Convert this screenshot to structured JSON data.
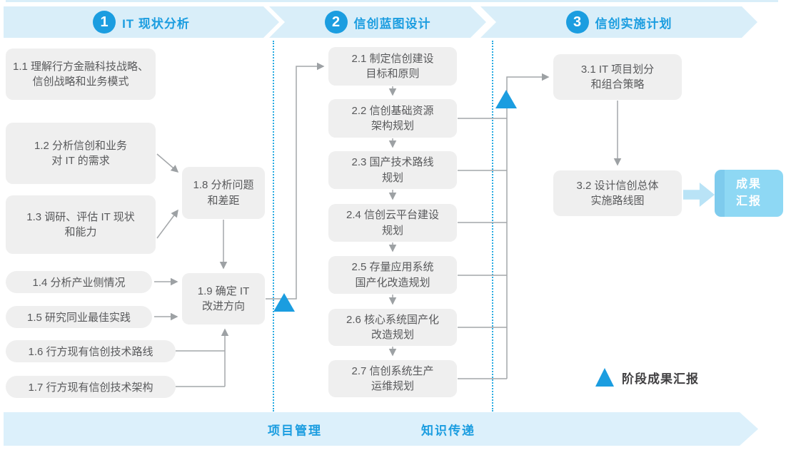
{
  "phases": [
    {
      "number": "1",
      "title": "IT 现状分析"
    },
    {
      "number": "2",
      "title": "信创蓝图设计"
    },
    {
      "number": "3",
      "title": "信创实施计划"
    }
  ],
  "phase1": {
    "b11": {
      "l1": "1.1 理解行方金融科技战略、",
      "l2": "信创战略和业务模式"
    },
    "b12": {
      "l1": "1.2 分析信创和业务",
      "l2": "对 IT 的需求"
    },
    "b13": {
      "l1": "1.3 调研、评估 IT 现状",
      "l2": "和能力"
    },
    "b14": "1.4 分析产业侧情况",
    "b15": "1.5 研究同业最佳实践",
    "b16": "1.6 行方现有信创技术路线",
    "b17": "1.7 行方现有信创技术架构",
    "b18": {
      "l1": "1.8 分析问题",
      "l2": "和差距"
    },
    "b19": {
      "l1": "1.9 确定 IT",
      "l2": "改进方向"
    }
  },
  "phase2": {
    "b21": {
      "l1": "2.1 制定信创建设",
      "l2": "目标和原则"
    },
    "b22": {
      "l1": "2.2 信创基础资源",
      "l2": "架构规划"
    },
    "b23": {
      "l1": "2.3 国产技术路线",
      "l2": "规划"
    },
    "b24": {
      "l1": "2.4 信创云平台建设",
      "l2": "规划"
    },
    "b25": {
      "l1": "2.5 存量应用系统",
      "l2": "国产化改造规划"
    },
    "b26": {
      "l1": "2.6 核心系统国产化",
      "l2": "改造规划"
    },
    "b27": {
      "l1": "2.7 信创系统生产",
      "l2": "运维规划"
    }
  },
  "phase3": {
    "b31": {
      "l1": "3.1 IT 项目划分",
      "l2": "和组合策略"
    },
    "b32": {
      "l1": "3.2 设计信创总体",
      "l2": "实施路线图"
    },
    "result": {
      "l1": "成果",
      "l2": "汇报"
    }
  },
  "legend": {
    "milestone": "阶段成果汇报"
  },
  "footer": {
    "left": "项目管理",
    "right": "知识传递"
  },
  "colors": {
    "accent_blue": "#1B9DE0",
    "banner_bg": "#D9EEF9",
    "box_gray": "#EFEFEF",
    "box_text": "#58595B",
    "line_gray": "#A4A7AA",
    "result_box_blue": "#8ED8F4",
    "block_arrow_blue": "#B9E3F6",
    "dotted_line_blue": "#29ABE2",
    "legend_text": "#414042",
    "footer_bg": "#DCF0FB"
  }
}
